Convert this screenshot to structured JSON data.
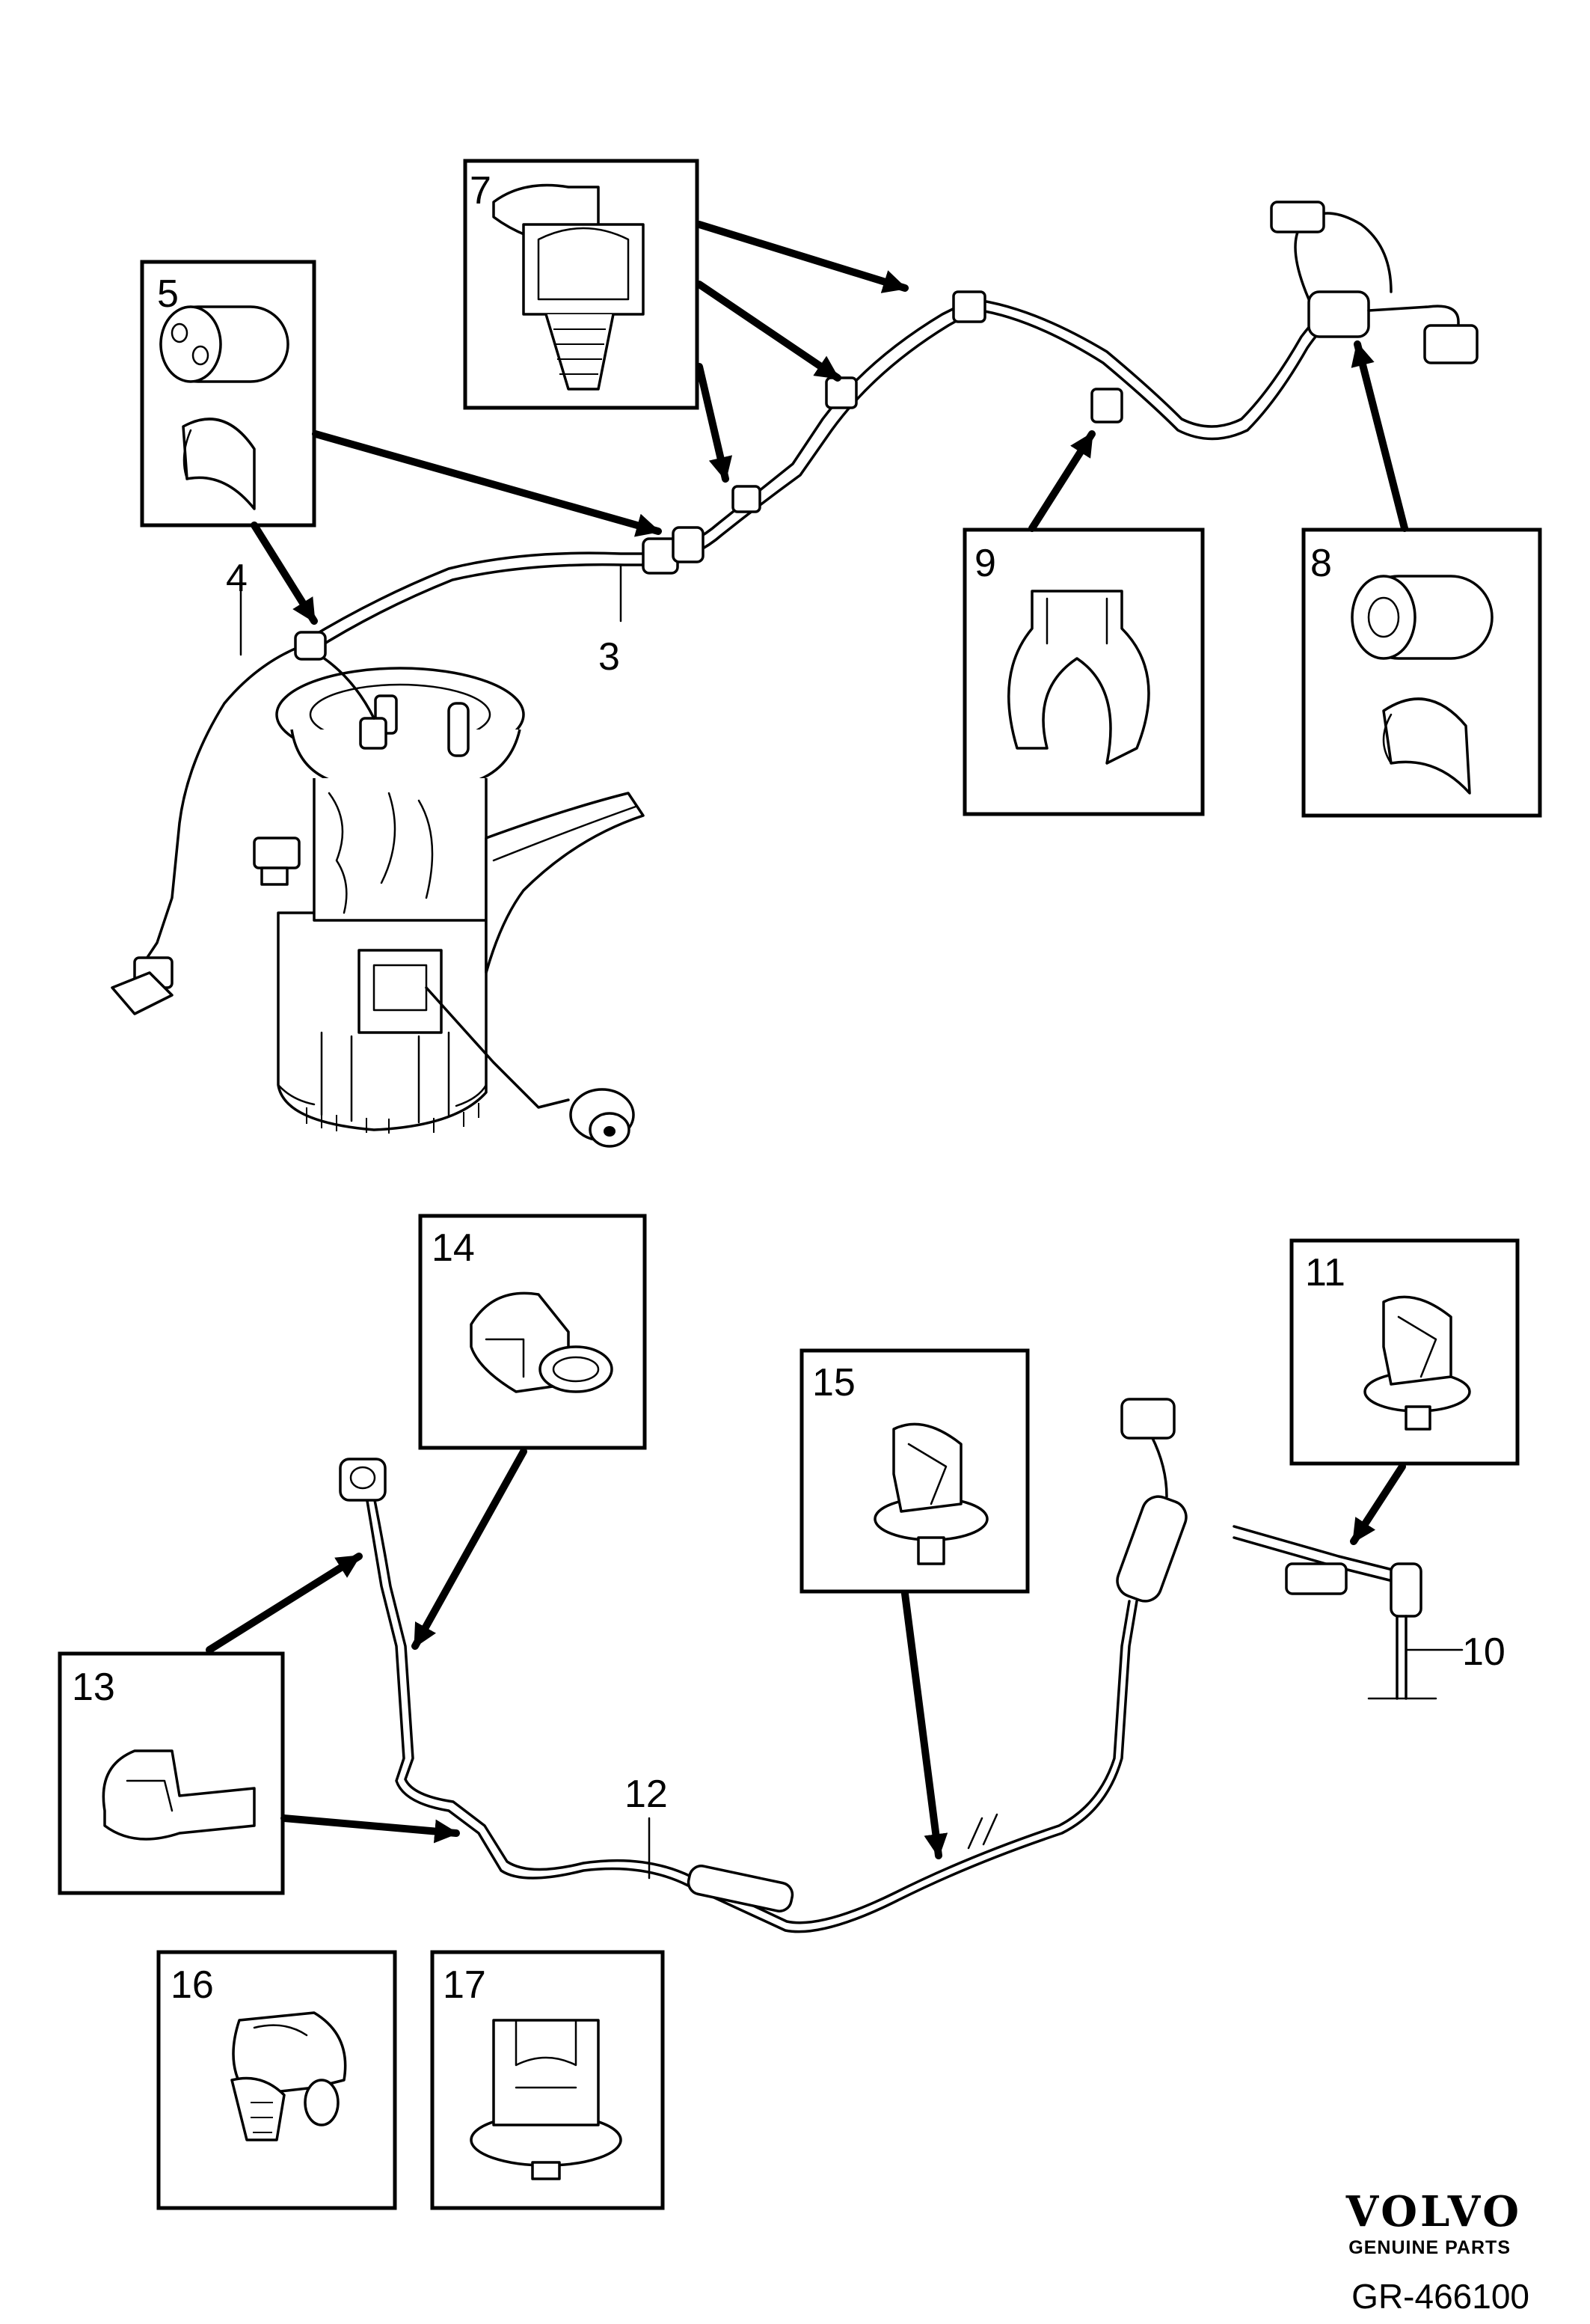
{
  "callouts": {
    "c3": "3",
    "c4": "4",
    "c5": "5",
    "c7": "7",
    "c8": "8",
    "c9": "9",
    "c10": "10",
    "c11": "11",
    "c12": "12",
    "c13": "13",
    "c14": "14",
    "c15": "15",
    "c16": "16",
    "c17": "17"
  },
  "brand": {
    "name": "VOLVO",
    "tagline": "GENUINE PARTS"
  },
  "reference": "GR-466100"
}
